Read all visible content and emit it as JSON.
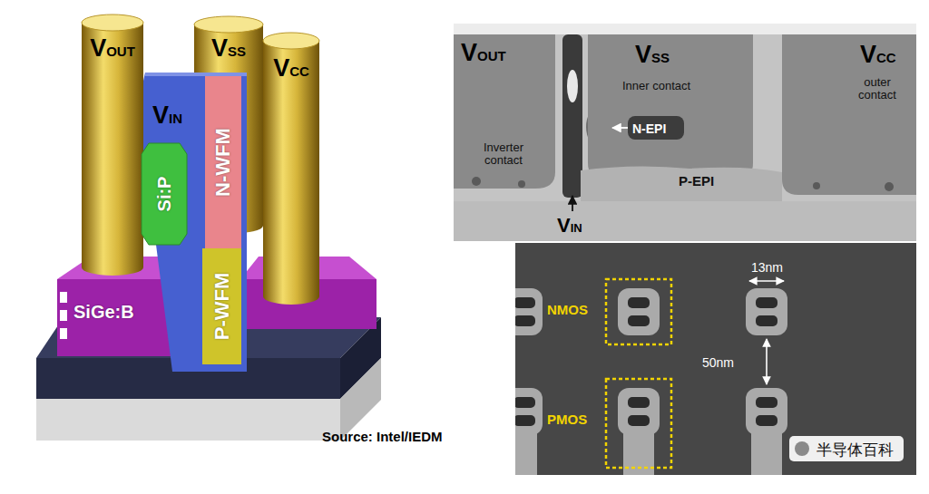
{
  "diagram": {
    "nodes": [
      {
        "text": [
          "VOUT"
        ]
      },
      {
        "text": [
          "VSS"
        ]
      },
      {
        "text": [
          "VCC"
        ]
      },
      {
        "text": [
          "VIN"
        ]
      },
      {
        "text": [
          "N-WFM"
        ],
        "in": 3
      },
      {
        "text": [
          "Si:P"
        ]
      },
      {
        "text": [
          "P-WFM"
        ],
        "in": 3
      },
      {
        "text": [
          "SiGe:B"
        ]
      }
    ],
    "labels": [
      "Source: Intel/IEDM",
      "VOUT",
      "VSS",
      "Inner contact",
      "VCC",
      "outer contact",
      "Inverter contact",
      "N-EPI",
      "P-EPI",
      "VIN",
      "13nm",
      "NMOS",
      "50nm",
      "PMOS",
      "半导体百科"
    ]
  }
}
